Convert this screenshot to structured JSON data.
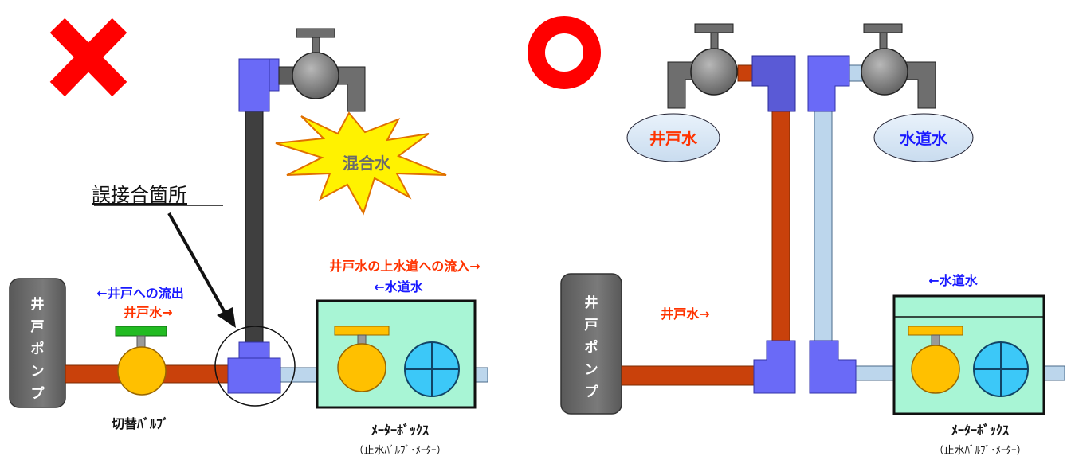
{
  "left_panel": {
    "verdict_mark": "cross",
    "pump_label": "井戸ポンプ",
    "outflow_label": "←井戸への流出",
    "well_water_label": "井戸水→",
    "valve_label": "切替ﾊﾞﾙﾌﾞ",
    "misconnection_label": "誤接合箇所",
    "mixed_water_label": "混合水",
    "inflow_label": "井戸水の上水道への流入→",
    "tap_water_label": "←水道水",
    "meter_box_label": "ﾒｰﾀｰﾎﾞｯｸｽ",
    "meter_box_sub": "（止水ﾊﾞﾙﾌﾞ･ﾒｰﾀｰ）"
  },
  "right_panel": {
    "verdict_mark": "circle",
    "pump_label": "井戸ポンプ",
    "well_water_label": "井戸水→",
    "tap_water_label": "←水道水",
    "well_bubble_label": "井戸水",
    "tap_bubble_label": "水道水",
    "meter_box_label": "ﾒｰﾀｰﾎﾞｯｸｽ",
    "meter_box_sub": "（止水ﾊﾞﾙﾌﾞ･ﾒｰﾀｰ）"
  },
  "colors": {
    "well_pipe": "#c9410b",
    "tap_pipe": "#bcd6ec",
    "mixed_pipe": "#3f3f3f",
    "fitting": "#6a6af7",
    "pump": "#6b6b6b",
    "meter_box": "#a8f5d5",
    "valve": "#ffc000",
    "meter": "#3cc8f8",
    "cross": "#ff0000",
    "red_label": "#ff3300",
    "blue_label": "#1a1aff",
    "burst": "#fff200"
  }
}
